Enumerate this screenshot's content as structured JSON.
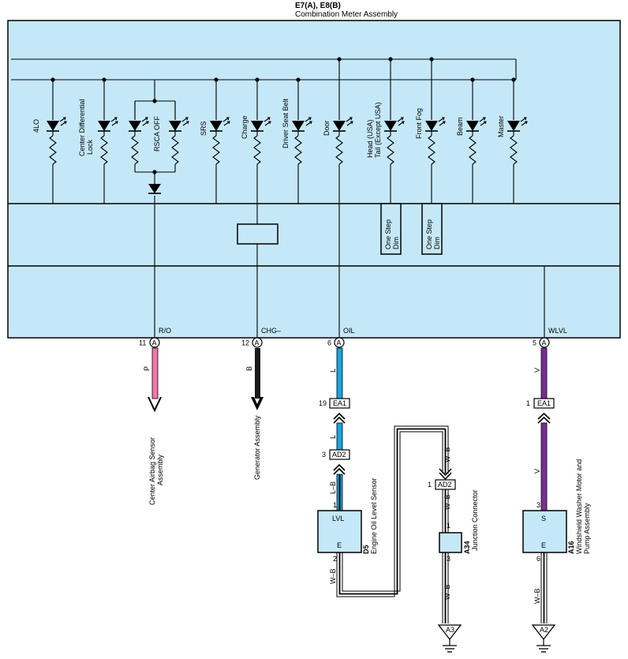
{
  "header": {
    "connectors": "E7(A), E8(B)",
    "assembly": "Combination Meter Assembly"
  },
  "meter": {
    "lamps": [
      {
        "line1": "4LO"
      },
      {
        "line1": "Center Differential",
        "line2": "Lock"
      },
      {
        "line1": "RSCA OFF"
      },
      {
        "line1": "SRS"
      },
      {
        "line1": "Charge"
      },
      {
        "line1": "Driver Seat Belt"
      },
      {
        "line1": "Door"
      },
      {
        "line1": "Head (USA)",
        "line2": "Tail (Except USA)"
      },
      {
        "line1": "Front Fog"
      },
      {
        "line1": "Beam"
      },
      {
        "line1": "Master"
      }
    ],
    "dim_boxes": [
      {
        "line1": "One Step",
        "line2": "Dim"
      },
      {
        "line1": "One Step",
        "line2": "Dim"
      }
    ]
  },
  "terminals": [
    {
      "pin": "11",
      "conn": "A",
      "name": "R/O",
      "wire": "P",
      "color": "#f078a8",
      "dest": {
        "line1": "Center Airbag Sensor",
        "line2": "Assembly"
      }
    },
    {
      "pin": "12",
      "conn": "A",
      "name": "CHG–",
      "wire": "B",
      "color": "#1a1a1a",
      "dest": {
        "line1": "Generator Assembly"
      }
    },
    {
      "pin": "6",
      "conn": "A",
      "name": "OIL",
      "wire": "L",
      "color": "#1aa3e0"
    },
    {
      "pin": "5",
      "conn": "A",
      "name": "WLVL",
      "wire": "V",
      "color": "#7a2d96"
    }
  ],
  "oil_circuit": {
    "ea1_pin": "19",
    "ea1": "EA1",
    "wire_mid": "L",
    "ad2_pin": "3",
    "ad2": "AD2",
    "wire_low": "L–B",
    "sensor_pin_top": "1",
    "sensor_top": "LVL",
    "sensor_bottom": "E",
    "sensor_pin_bottom": "2",
    "sensor_code": "D5",
    "sensor_name": "Engine Oil Level Sensor",
    "ground_wire": "W–B",
    "jc_wire_top": "W–B",
    "jc_ad2_pin": "1",
    "jc_ad2": "AD2",
    "jc_wire_mid": "W–B",
    "jc_pin_top": "1",
    "jc_pin_bottom": "3",
    "jc_code": "A34",
    "jc_name": "Junction Connector",
    "jc_wire_low": "W–B",
    "ground": "A3"
  },
  "washer_circuit": {
    "ea1_pin": "1",
    "ea1": "EA1",
    "wire_mid": "V",
    "pin_top": "3",
    "top": "S",
    "bottom": "E",
    "pin_bottom": "6",
    "code": "A16",
    "name_line1": "Windshield Washer Motor and",
    "name_line2": "Pump Assembly",
    "ground_wire": "W–B",
    "ground": "A2"
  }
}
